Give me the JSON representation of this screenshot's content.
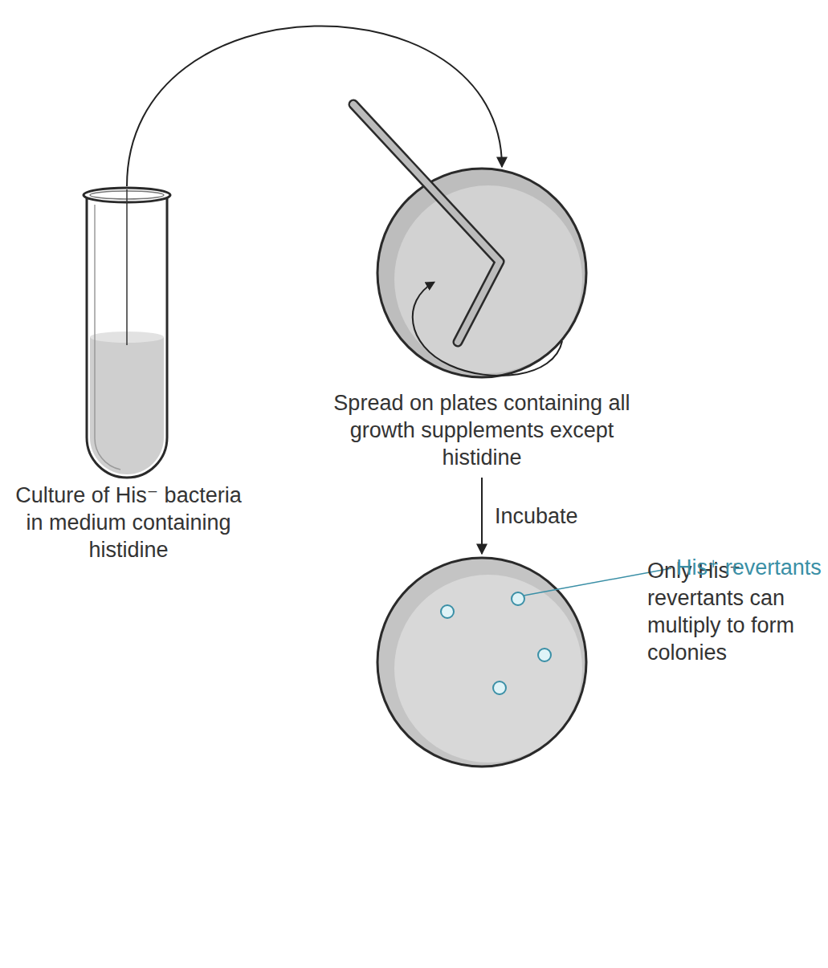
{
  "diagram": {
    "nodes": [
      {
        "text": [
          "Culture of His⁻ bacteria in medium containing histidine"
        ]
      },
      {
        "text": [
          "Spread on plates containing all growth supplements except histidine"
        ]
      },
      {
        "text": [
          "Only His⁺ revertants can multiply to form colonies"
        ]
      }
    ],
    "edges": [
      {
        "from": 0,
        "to": 1,
        "arrow": "to"
      },
      {
        "from": 1,
        "to": 2,
        "arrow": "to",
        "label": "Incubate"
      }
    ],
    "labels": [
      "His⁺ revertants"
    ]
  }
}
